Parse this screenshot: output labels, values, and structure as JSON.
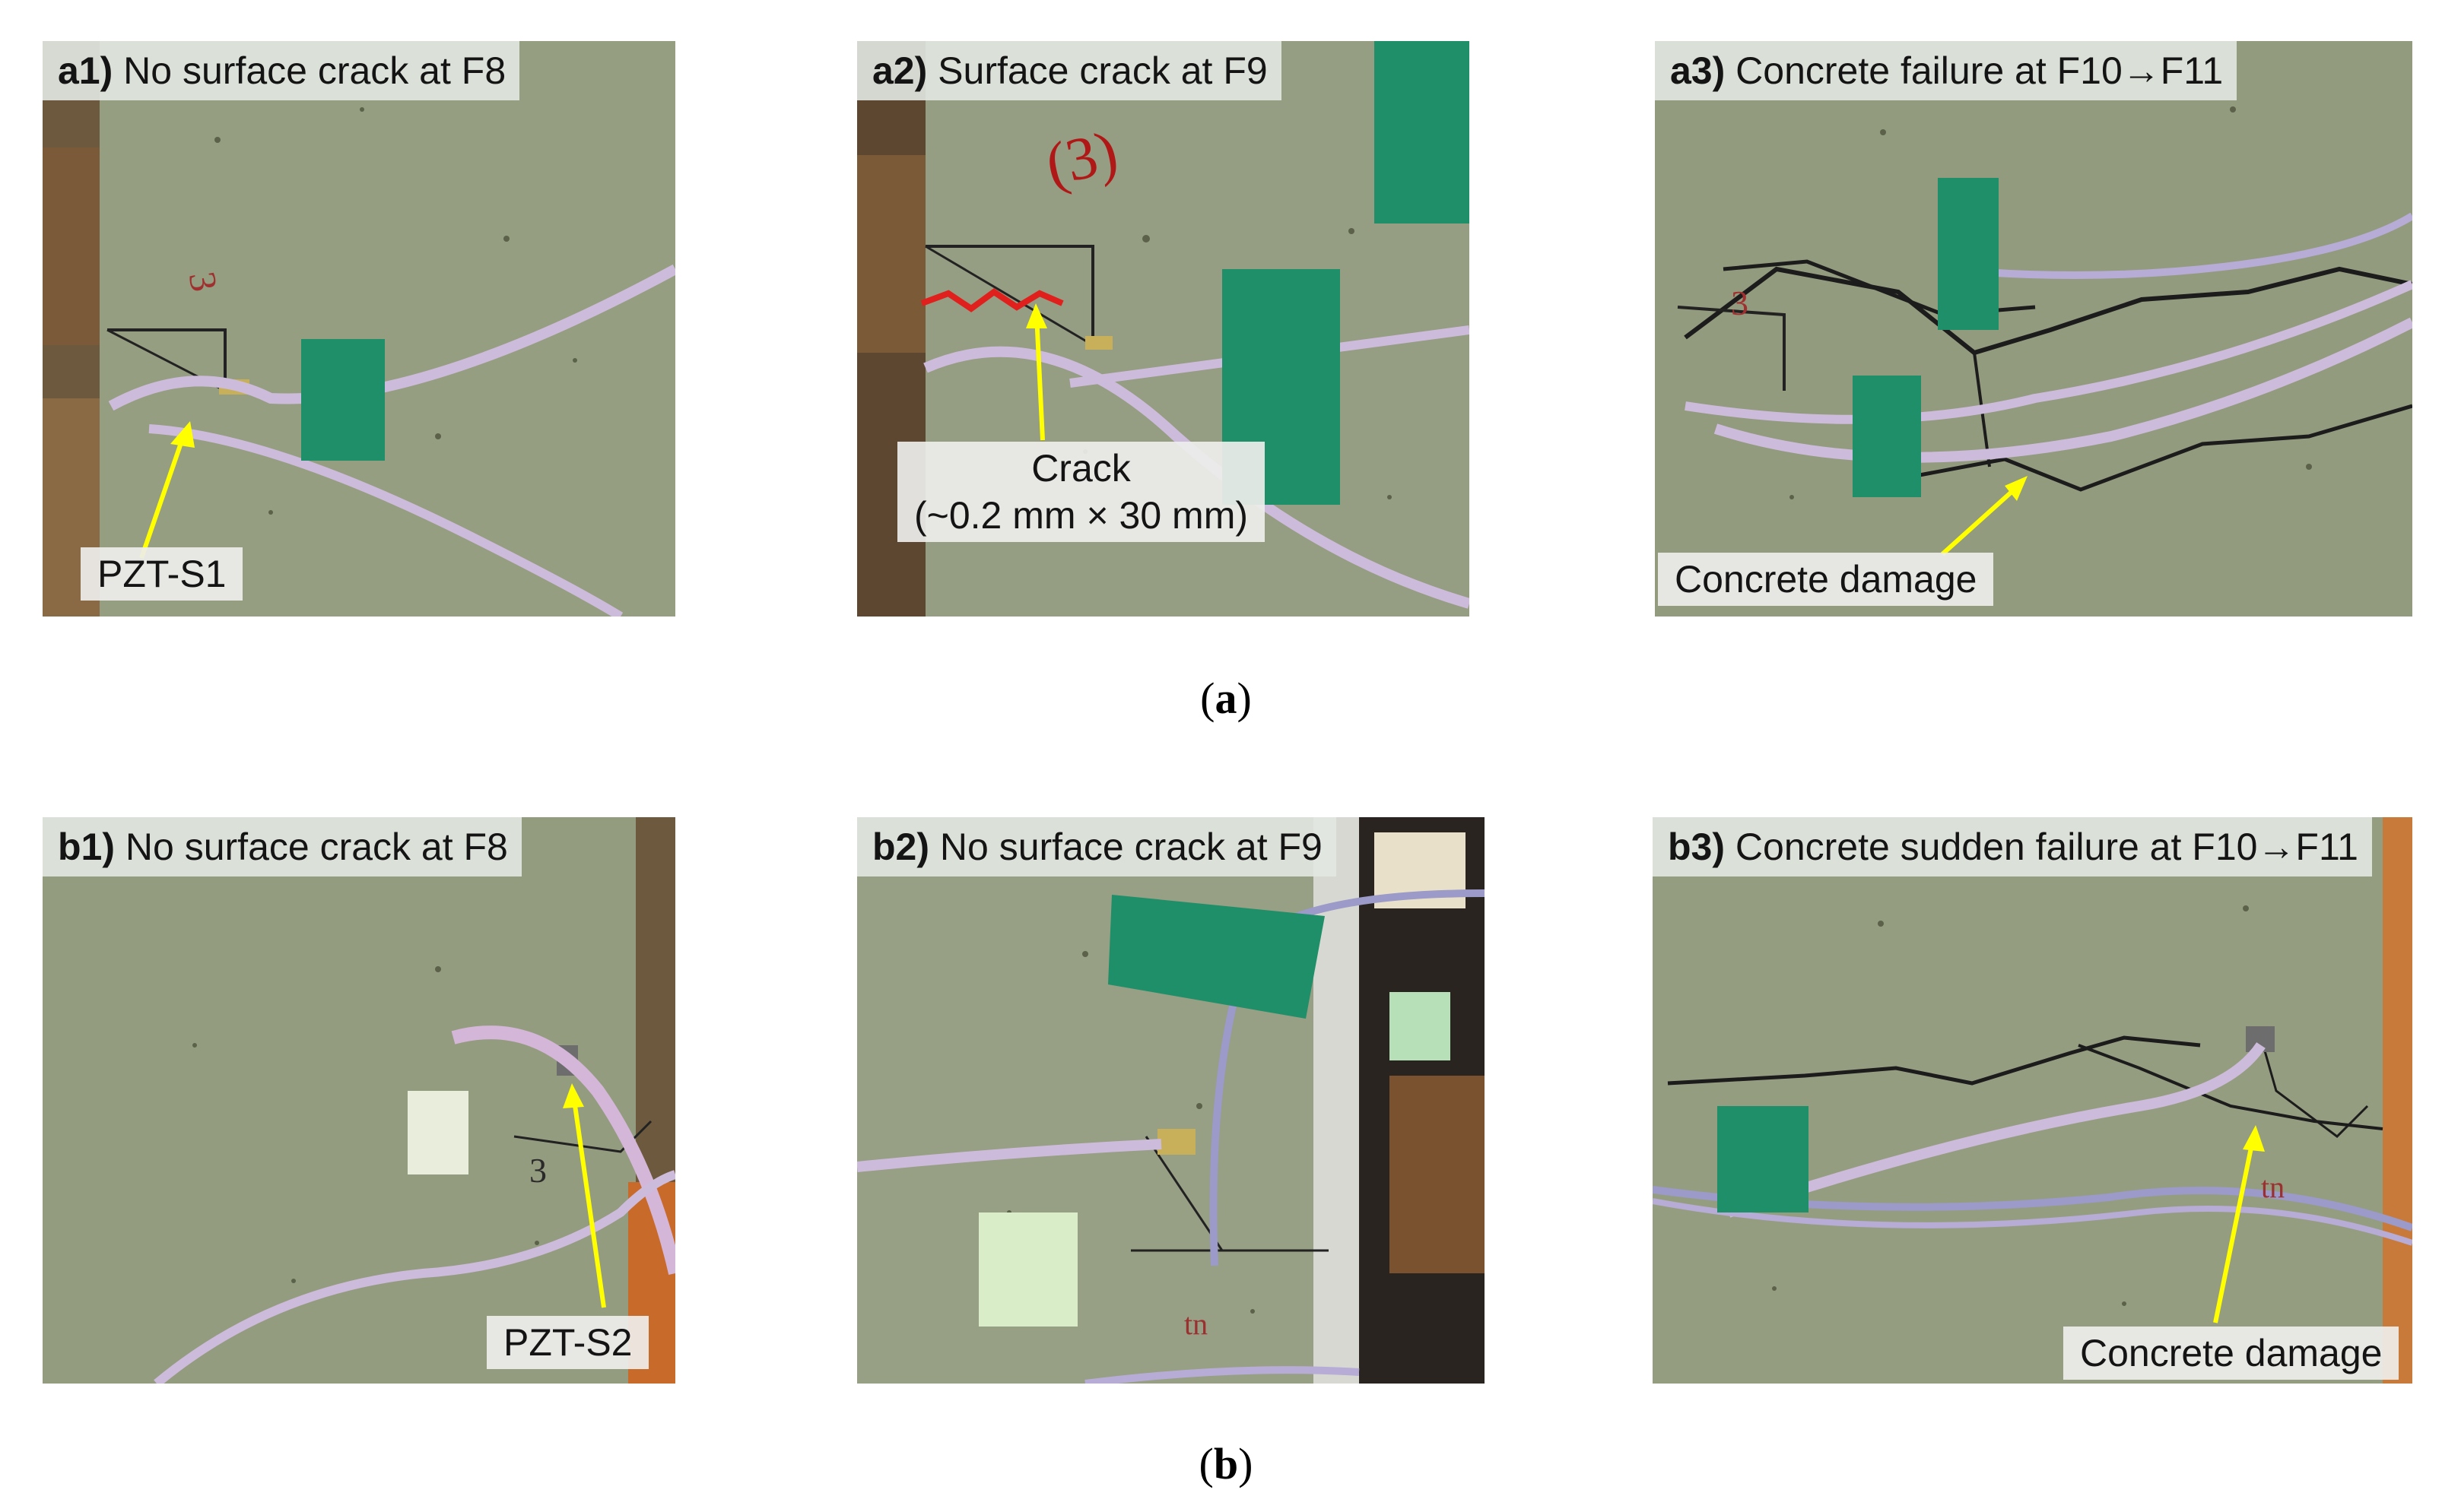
{
  "panels": {
    "a1": {
      "tag": "a1)",
      "text": "No surface crack at F8",
      "annotation": "PZT-S1"
    },
    "a2": {
      "tag": "a2)",
      "text": "Surface crack at F9",
      "annotation_line1": "Crack",
      "annotation_line2": "(~0.2 mm × 30 mm)"
    },
    "a3": {
      "tag": "a3)",
      "text": "Concrete failure at F10→F11",
      "annotation": "Concrete damage"
    },
    "b1": {
      "tag": "b1)",
      "text": "No surface crack at F8",
      "annotation": "PZT-S2"
    },
    "b2": {
      "tag": "b2)",
      "text": "No surface crack at F9"
    },
    "b3": {
      "tag": "b3)",
      "text": "Concrete sudden failure at F10→F11",
      "annotation": "Concrete damage"
    }
  },
  "group_labels": {
    "a": "a",
    "b": "b"
  },
  "colors": {
    "concrete": "#8f9878",
    "tape": "#1f8f6a",
    "arrow": "#ffff00",
    "crack_marker": "#e0201c",
    "wire": "#c9b6d8"
  }
}
